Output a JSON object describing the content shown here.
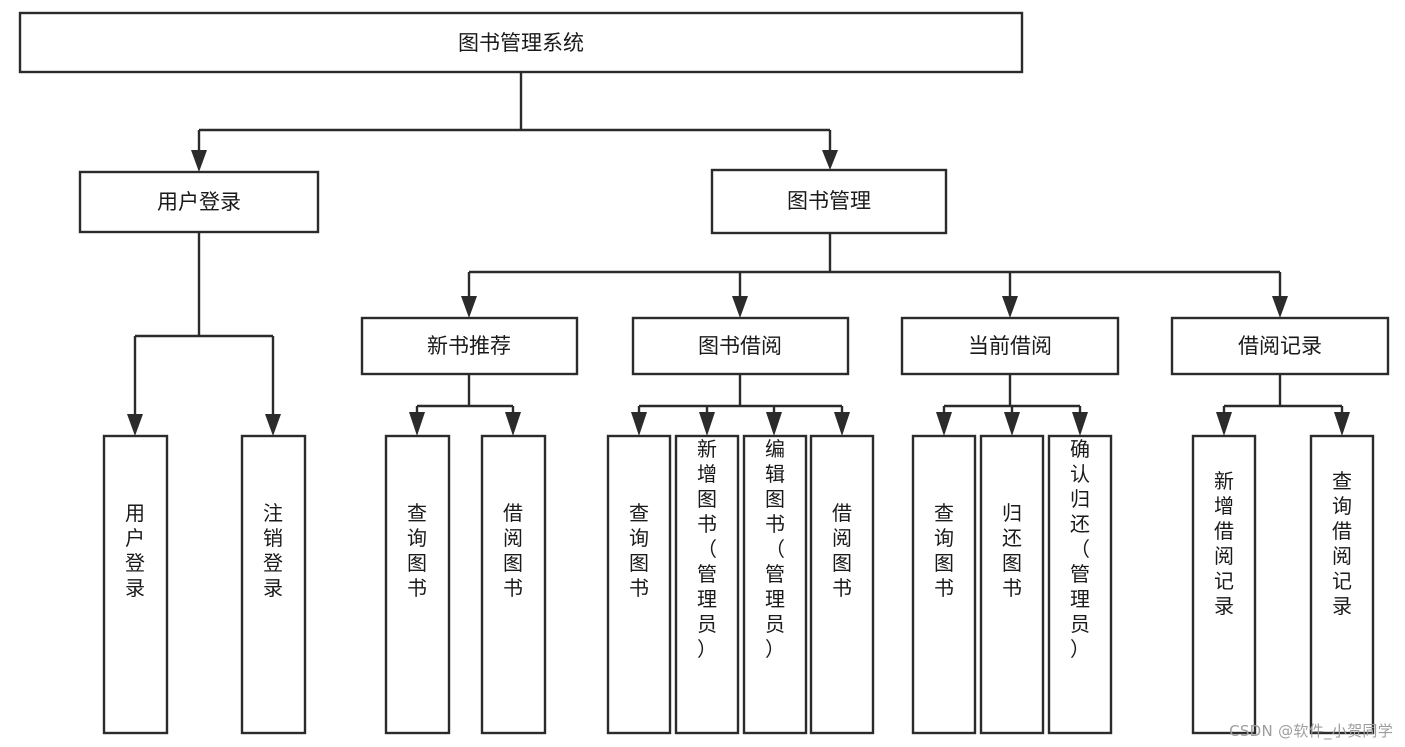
{
  "diagram": {
    "type": "tree-hierarchy",
    "title": "图书管理系统",
    "orientation": "top-down",
    "colors": {
      "box_stroke": "#2b2b2b",
      "box_fill": "#ffffff",
      "text": "#1a1a1a",
      "background": "#ffffff",
      "watermark": "#9d9d9d"
    },
    "levels": [
      {
        "level": 0,
        "nodes": [
          {
            "id": "root",
            "label": "图书管理系统",
            "orient": "horizontal"
          }
        ]
      },
      {
        "level": 1,
        "nodes": [
          {
            "id": "login",
            "label": "用户登录",
            "orient": "horizontal",
            "parent": "root"
          },
          {
            "id": "bookmgmt",
            "label": "图书管理",
            "orient": "horizontal",
            "parent": "root"
          }
        ]
      },
      {
        "level": 2,
        "nodes": [
          {
            "id": "newbook",
            "label": "新书推荐",
            "orient": "horizontal",
            "parent": "bookmgmt"
          },
          {
            "id": "borrow",
            "label": "图书借阅",
            "orient": "horizontal",
            "parent": "bookmgmt"
          },
          {
            "id": "current",
            "label": "当前借阅",
            "orient": "horizontal",
            "parent": "bookmgmt"
          },
          {
            "id": "records",
            "label": "借阅记录",
            "orient": "horizontal",
            "parent": "bookmgmt"
          }
        ]
      },
      {
        "level": 3,
        "nodes": [
          {
            "id": "leaf-1",
            "label": "用户登录",
            "orient": "vertical",
            "parent": "login"
          },
          {
            "id": "leaf-2",
            "label": "注销登录",
            "orient": "vertical",
            "parent": "login"
          },
          {
            "id": "leaf-3",
            "label": "查询图书",
            "orient": "vertical",
            "parent": "newbook"
          },
          {
            "id": "leaf-4",
            "label": "借阅图书",
            "orient": "vertical",
            "parent": "newbook"
          },
          {
            "id": "leaf-5",
            "label": "查询图书",
            "orient": "vertical",
            "parent": "borrow"
          },
          {
            "id": "leaf-6",
            "label": "新增图书（管理员）",
            "orient": "vertical",
            "parent": "borrow"
          },
          {
            "id": "leaf-7",
            "label": "编辑图书（管理员）",
            "orient": "vertical",
            "parent": "borrow"
          },
          {
            "id": "leaf-8",
            "label": "借阅图书",
            "orient": "vertical",
            "parent": "borrow"
          },
          {
            "id": "leaf-9",
            "label": "查询图书",
            "orient": "vertical",
            "parent": "current"
          },
          {
            "id": "leaf-10",
            "label": "归还图书",
            "orient": "vertical",
            "parent": "current"
          },
          {
            "id": "leaf-11",
            "label": "确认归还（管理员）",
            "orient": "vertical",
            "parent": "current"
          },
          {
            "id": "leaf-12",
            "label": "新增借阅记录",
            "orient": "vertical",
            "parent": "records"
          },
          {
            "id": "leaf-13",
            "label": "查询借阅记录",
            "orient": "vertical",
            "parent": "records"
          }
        ]
      }
    ]
  },
  "watermark": {
    "text": "CSDN @软件_小贺同学"
  }
}
